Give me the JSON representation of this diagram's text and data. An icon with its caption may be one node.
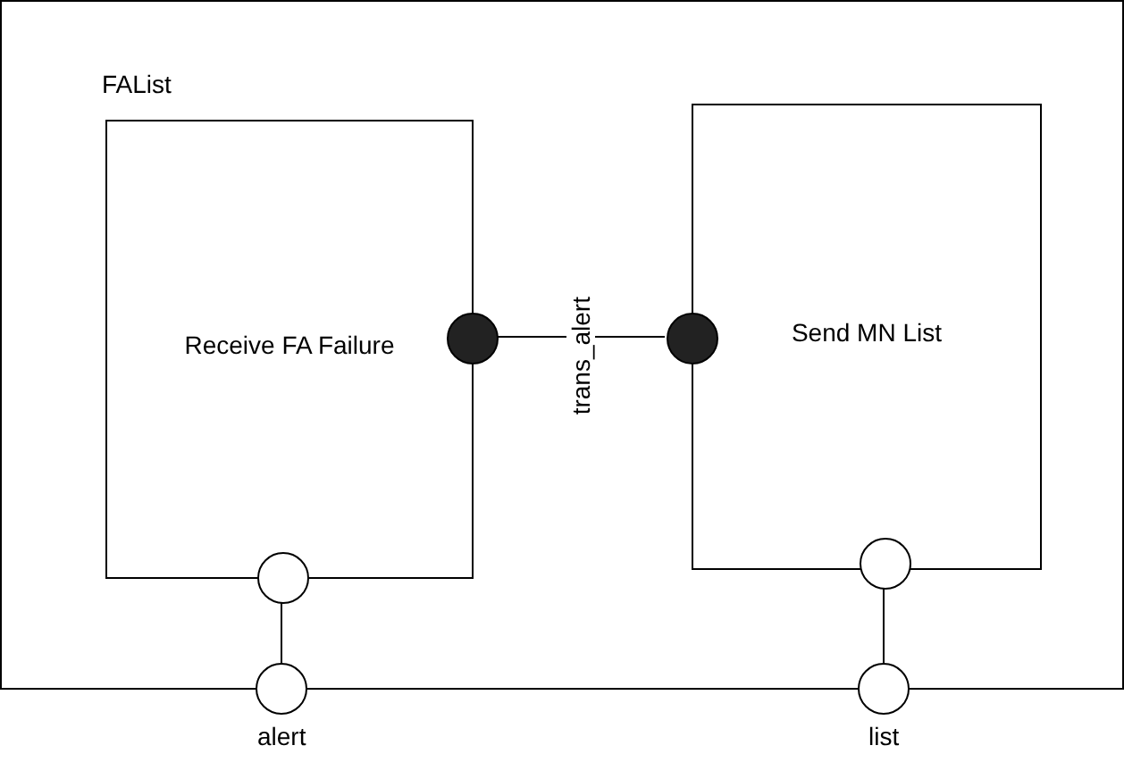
{
  "diagram": {
    "nodes": [
      {
        "text": [
          "FAList"
        ]
      },
      {
        "text": [
          "Receive FA Failure"
        ],
        "in": 0
      },
      {
        "text": [
          "Send MN List"
        ],
        "in": 0
      },
      {
        "text": [],
        "shape": "circle",
        "in": 0
      },
      {
        "text": [],
        "shape": "circle",
        "in": 0
      },
      {
        "text": [],
        "shape": "circle",
        "in": 0
      },
      {
        "text": [],
        "shape": "circle",
        "beside": [
          "alert"
        ]
      },
      {
        "text": [],
        "shape": "circle",
        "in": 0
      },
      {
        "text": [],
        "shape": "circle",
        "beside": [
          "list"
        ]
      }
    ],
    "edges": [
      {
        "from": 3,
        "to": 4,
        "arrow": "none",
        "label": "trans_alert"
      },
      {
        "from": 5,
        "to": 6,
        "arrow": "none"
      },
      {
        "from": 7,
        "to": 8,
        "arrow": "none"
      }
    ]
  }
}
